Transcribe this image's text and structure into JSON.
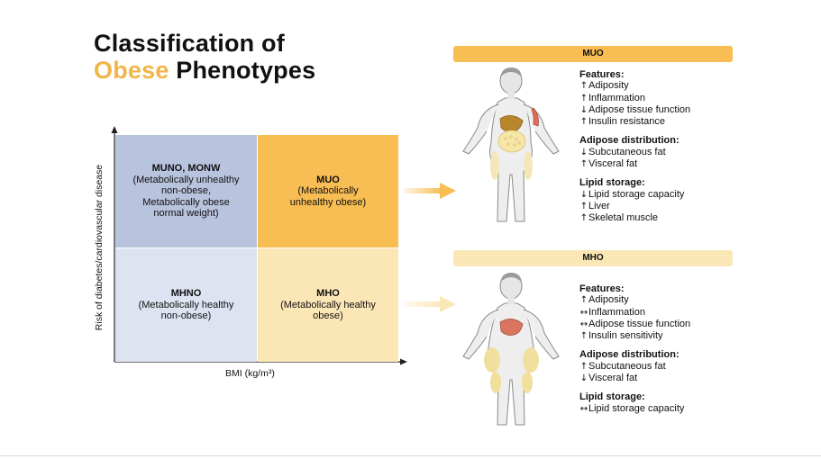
{
  "title": {
    "line1": "Classification of",
    "accent": "Obese",
    "line2_rest": " Phenotypes"
  },
  "axes": {
    "y_label": "Risk of diabetes/cardiovascular disease",
    "x_label": "BMI (kg/m³)"
  },
  "quadrants": {
    "top_left": {
      "name": "MUNO, MONW",
      "desc": [
        "(Metabolically unhealthy",
        "non-obese,",
        "Metabolically obese",
        "normal weight)"
      ]
    },
    "top_right": {
      "name": "MUO",
      "desc": [
        "(Metabolically",
        "unhealthy obese)"
      ]
    },
    "bottom_left": {
      "name": "MHNO",
      "desc": [
        "(Metabolically healthy",
        "non-obese)"
      ]
    },
    "bottom_right": {
      "name": "MHO",
      "desc": [
        "(Metabolically healthy",
        "obese)"
      ]
    }
  },
  "arrows": {
    "upper_color": "#f8bd53",
    "lower_color": "#fbe6b6"
  },
  "muo": {
    "header": "MUO",
    "sections": [
      {
        "title": "Features:",
        "items": [
          {
            "arrow": "↑",
            "text": "Adiposity"
          },
          {
            "arrow": "↑",
            "text": "Inflammation"
          },
          {
            "arrow": "↓",
            "text": "Adipose tissue function"
          },
          {
            "arrow": "↑",
            "text": "Insulin resistance"
          }
        ]
      },
      {
        "title": "Adipose distribution:",
        "items": [
          {
            "arrow": "↓",
            "text": "Subcutaneous fat"
          },
          {
            "arrow": "↑",
            "text": "Visceral fat"
          }
        ]
      },
      {
        "title": "Lipid storage:",
        "items": [
          {
            "arrow": "↓",
            "text": "Lipid storage capacity"
          },
          {
            "arrow": "↑",
            "text": "Liver"
          },
          {
            "arrow": "↑",
            "text": "Skeletal muscle"
          }
        ]
      }
    ]
  },
  "mho": {
    "header": "MHO",
    "sections": [
      {
        "title": "Features:",
        "items": [
          {
            "arrow": "↑",
            "text": "Adiposity"
          },
          {
            "arrow": "↔",
            "text": "Inflammation"
          },
          {
            "arrow": "↔",
            "text": "Adipose tissue function"
          },
          {
            "arrow": "↑",
            "text": "Insulin sensitivity"
          }
        ]
      },
      {
        "title": "Adipose distribution:",
        "items": [
          {
            "arrow": "↑",
            "text": "Subcutaneous fat"
          },
          {
            "arrow": "↓",
            "text": "Visceral fat"
          }
        ]
      },
      {
        "title": "Lipid storage:",
        "items": [
          {
            "arrow": "↔",
            "text": "Lipid storage capacity"
          }
        ]
      }
    ]
  },
  "colors": {
    "accent": "#f1b54a",
    "muo_orange": "#f8bd53",
    "mho_cream": "#fbe6b6",
    "muno_blue": "#b8c3dd",
    "mhno_blue": "#dde3f1"
  }
}
